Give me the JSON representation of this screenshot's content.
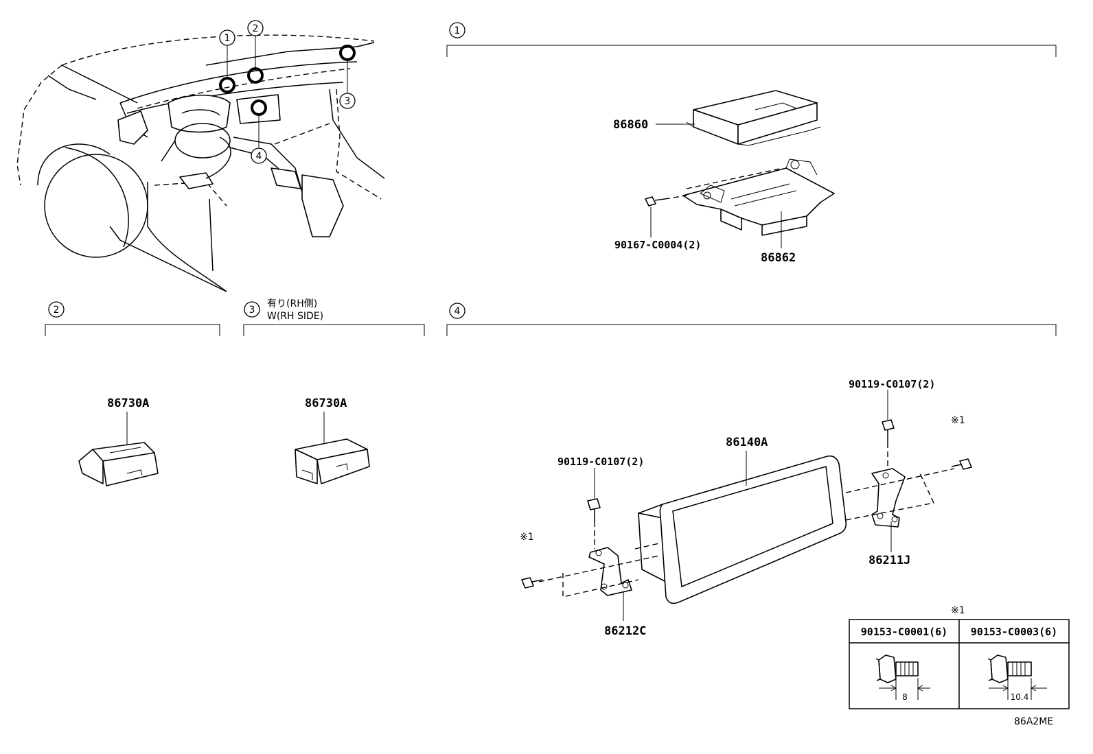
{
  "callouts": {
    "c1": "1",
    "c2": "2",
    "c3": "3",
    "c4": "4"
  },
  "sections": {
    "s1_marker": "1",
    "s2_marker": "2",
    "s3_marker": "3",
    "s3_note_jp": "有り(RH側)",
    "s3_note_en": "W(RH SIDE)",
    "s4_marker": "4"
  },
  "parts": {
    "p86860": "86860",
    "p86862": "86862",
    "p90167": "90167-C0004(2)",
    "p86730A_left": "86730A",
    "p86730A_right": "86730A",
    "p86140A": "86140A",
    "p90119_left": "90119-C0107(2)",
    "p90119_right": "90119-C0107(2)",
    "p86212C": "86212C",
    "p86211J": "86211J",
    "note_mark_left": "※1",
    "note_mark_right": "※1"
  },
  "bolt_table": {
    "mark": "※1",
    "col1_header": "90153-C0001(6)",
    "col2_header": "90153-C0003(6)",
    "col1_dim": "8",
    "col2_dim": "10.4"
  },
  "diagram_code": "86A2ME"
}
